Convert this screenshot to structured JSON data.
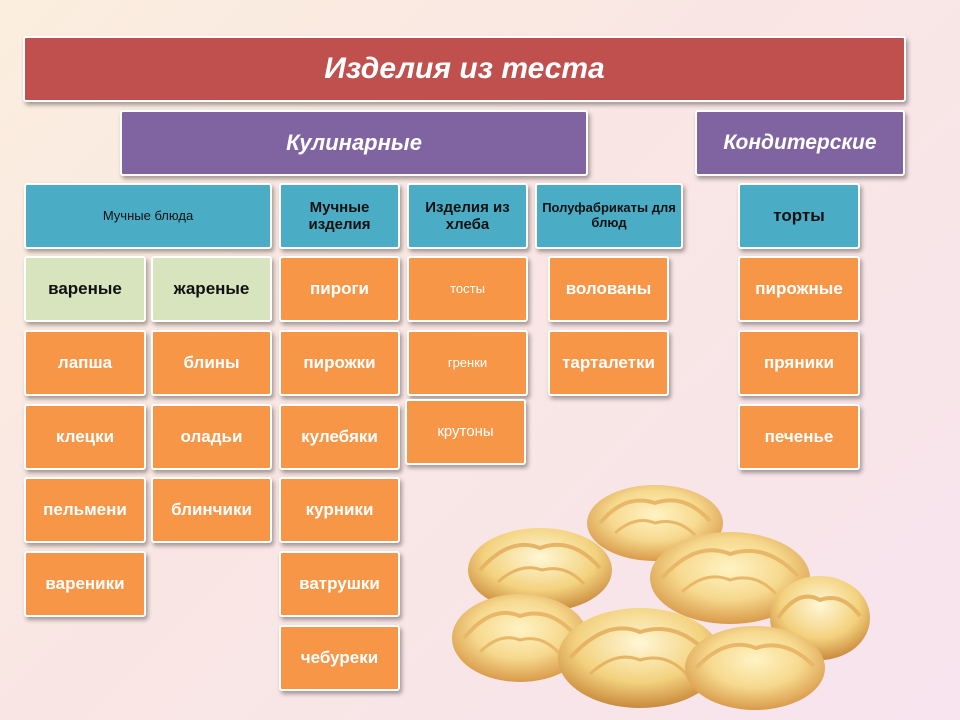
{
  "title": "Изделия из теста",
  "categories": {
    "culinary": "Кулинарные",
    "confectionery": "Кондитерские"
  },
  "groups": {
    "flour_dishes": "Мучные блюда",
    "flour_products": "Мучные изделия",
    "bread_products": "Изделия из хлеба",
    "semi_finished": "Полуфабрикаты для блюд",
    "cakes": "торты"
  },
  "subgroups": {
    "boiled": "вареные",
    "fried": "жареные"
  },
  "items": {
    "boiled": [
      "лапша",
      "клецки",
      "пельмени",
      "вареники"
    ],
    "fried": [
      "блины",
      "оладьи",
      "блинчики"
    ],
    "flour_products": [
      "пироги",
      "пирожки",
      "кулебяки",
      "курники",
      "ватрушки",
      "чебуреки"
    ],
    "bread": [
      "тосты",
      "гренки",
      "крутоны"
    ],
    "semi_finished": [
      "волованы",
      "тарталетки"
    ],
    "confectionery": [
      "пирожные",
      "пряники",
      "печенье"
    ]
  },
  "colors": {
    "title": "#c0504d",
    "category": "#8064a2",
    "group": "#4bacc6",
    "subgroup": "#d7e4bd",
    "item": "#f79646"
  }
}
